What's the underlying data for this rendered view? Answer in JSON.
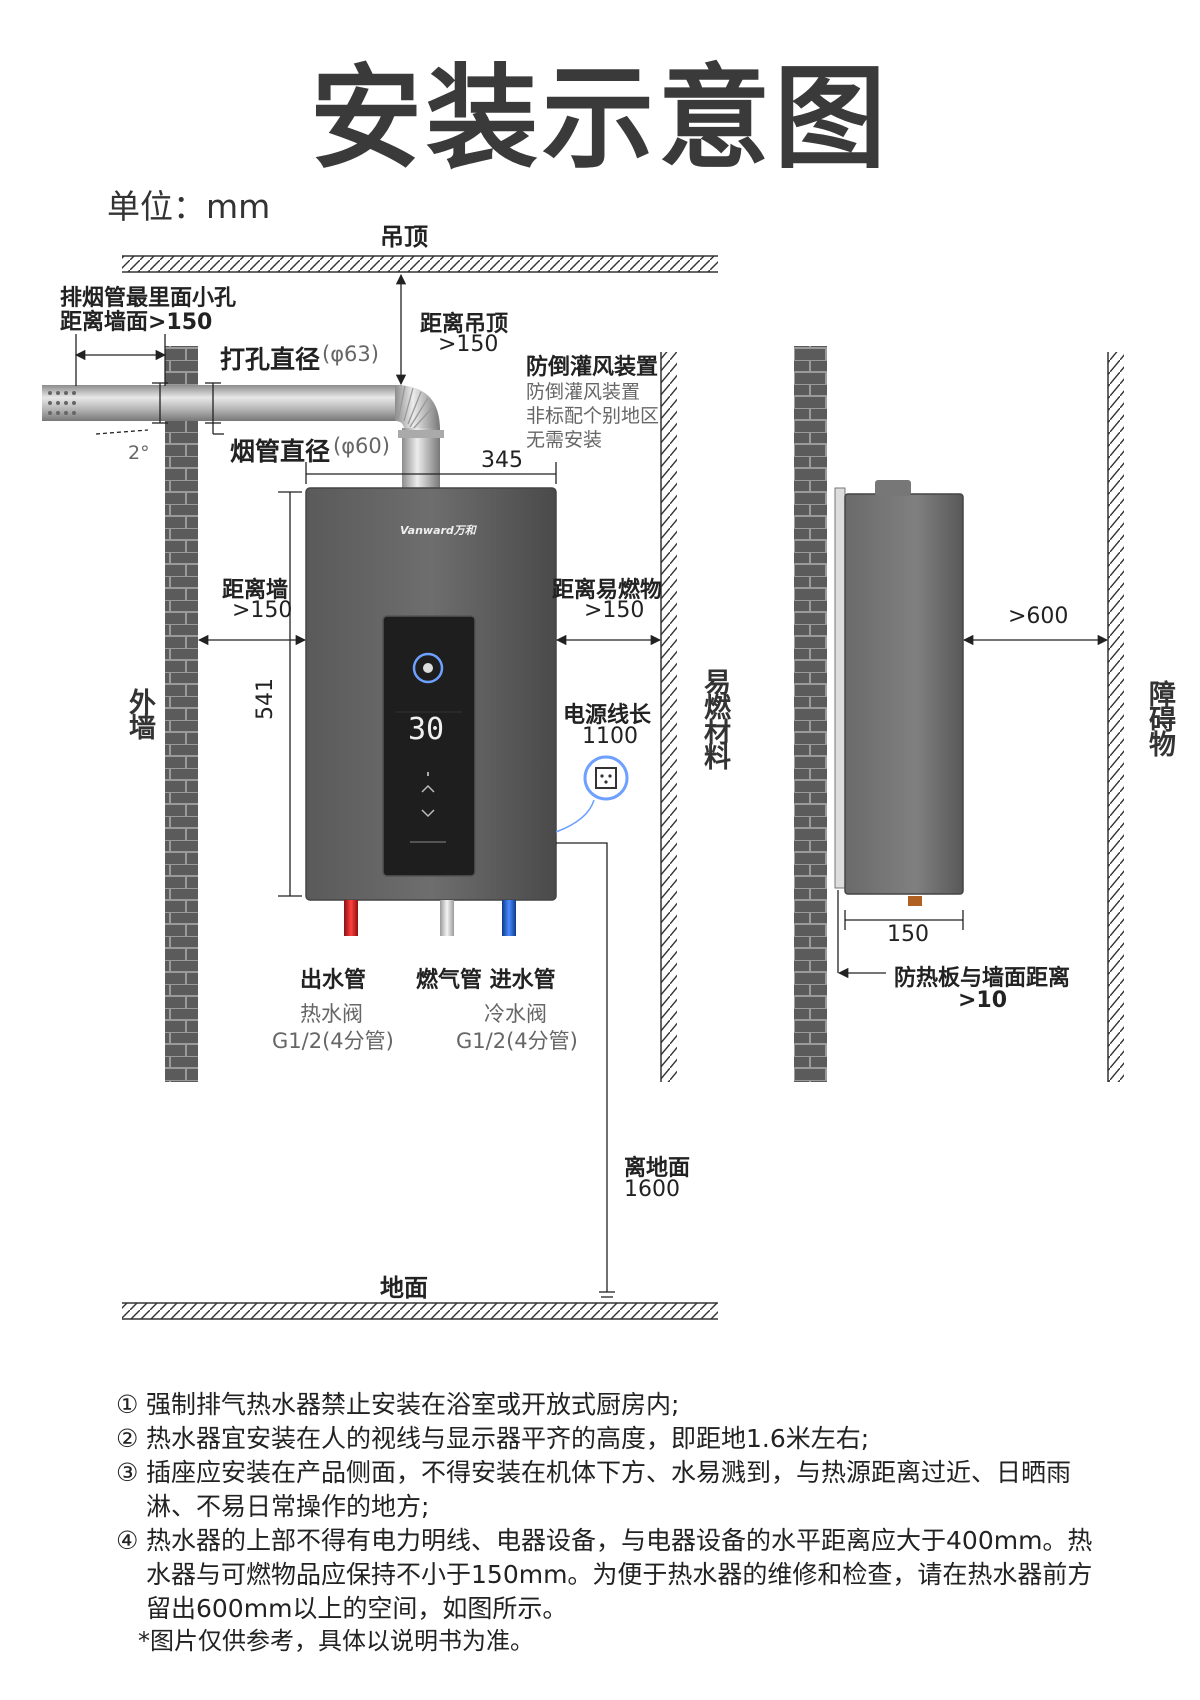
{
  "title": "安装示意图",
  "unit": "单位：mm",
  "labels": {
    "ceiling": "吊顶",
    "floor": "地面",
    "outer_wall": "外墙",
    "flammable_material": "易燃材料",
    "obstacle": "障碍物",
    "flue_hole_line1": "排烟管最里面小孔",
    "flue_hole_line2": "距离墙面>150",
    "drill_diameter": "打孔直径",
    "drill_diameter_value": "(φ63)",
    "flue_diameter": "烟管直径",
    "flue_diameter_value": "(φ60)",
    "angle": "2°",
    "ceiling_distance_line1": "距离吊顶",
    "ceiling_distance_line2": ">150",
    "anti_backdraft_title": "防倒灌风装置",
    "anti_backdraft_line1": "防倒灌风装置",
    "anti_backdraft_line2": "非标配个别地区",
    "anti_backdraft_line3": "无需安装",
    "width_345": "345",
    "wall_distance_line1": "距离墙",
    "wall_distance_line2": ">150",
    "flammable_distance_line1": "距离易燃物",
    "flammable_distance_line2": ">150",
    "height_541": "541",
    "power_cord_line1": "电源线长",
    "power_cord_line2": "1100",
    "outlet_pipe": "出水管",
    "outlet_valve": "热水阀",
    "outlet_spec": "G1/2(4分管)",
    "gas_inlet_pipe": "燃气管 进水管",
    "inlet_valve": "冷水阀",
    "inlet_spec": "G1/2(4分管)",
    "floor_distance_line1": "离地面",
    "floor_distance_line2": "1600",
    "front_clearance": ">600",
    "depth_150": "150",
    "heat_shield_line1": "防热板与墙面距离",
    "heat_shield_line2": ">10"
  },
  "heater": {
    "brand": "Vanward万和",
    "display_temp": "30"
  },
  "notes": [
    {
      "num": "①",
      "text": "强制排气热水器禁止安装在浴室或开放式厨房内;"
    },
    {
      "num": "②",
      "text": "热水器宜安装在人的视线与显示器平齐的高度，即距地1.6米左右;"
    },
    {
      "num": "③",
      "text": "插座应安装在产品侧面，不得安装在机体下方、水易溅到，与热源距离过近、日晒雨淋、不易日常操作的地方;"
    },
    {
      "num": "④",
      "text": "热水器的上部不得有电力明线、电器设备，与电器设备的水平距离应大于400mm。热水器与可燃物品应保持不小于150mm。为便于热水器的维修和检查，请在热水器前方留出600mm以上的空间，如图所示。"
    }
  ],
  "footnote": "*图片仅供参考，具体以说明书为准。",
  "colors": {
    "brick": "#5b5b5b",
    "heater_body": "#4a4a4a",
    "hot_pipe": "#d42020",
    "cold_pipe": "#1a5fd6",
    "gas_pipe": "#c8c8c8"
  }
}
